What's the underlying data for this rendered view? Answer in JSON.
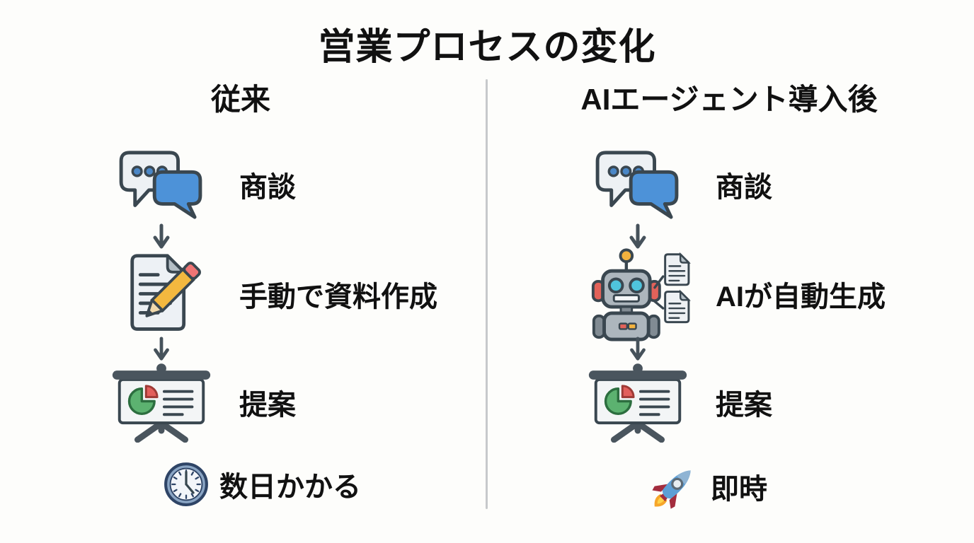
{
  "title": "営業プロセスの変化",
  "columns": {
    "left": {
      "header": "従来",
      "steps": [
        {
          "icon": "chat-bubbles-icon",
          "label": "商談"
        },
        {
          "icon": "document-pencil-icon",
          "label": "手動で資料作成"
        },
        {
          "icon": "presentation-chart-icon",
          "label": "提案"
        }
      ],
      "footer": {
        "icon": "clock-icon",
        "label": "数日かかる"
      }
    },
    "right": {
      "header": "AIエージェント導入後",
      "steps": [
        {
          "icon": "chat-bubbles-icon",
          "label": "商談"
        },
        {
          "icon": "robot-documents-icon",
          "label": "AIが自動生成"
        },
        {
          "icon": "presentation-chart-icon",
          "label": "提案"
        }
      ],
      "footer": {
        "icon": "rocket-icon",
        "label": "即時"
      }
    }
  },
  "connector": "arrow-down-icon",
  "colors": {
    "background": "#fdfdfb",
    "text": "#111111",
    "divider": "#c7c9cb",
    "outline": "#3a4750",
    "bubble_blue": "#4d92d8",
    "bubble_white": "#edf1f4",
    "pencil_yellow": "#f3b83f",
    "eraser_pink": "#f07575",
    "pie_green": "#5cb270",
    "pie_red": "#e25f5c",
    "easel_gray": "#4a555e",
    "clock_rim_blue": "#8aa5c4",
    "robot_gray": "#adb6bd",
    "robot_ear_red": "#e2625a",
    "robot_eye_cyan": "#4fc4dd",
    "antenna_yellow": "#f2b23e",
    "rocket_blue": "#5d9fd6",
    "rocket_fin_red": "#a32d3e",
    "flame_orange": "#f6a62a"
  }
}
